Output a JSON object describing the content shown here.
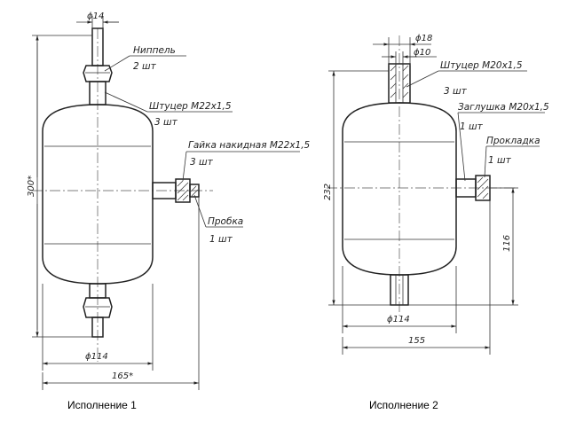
{
  "variant1": {
    "caption": "Исполнение 1",
    "dims": {
      "top_dia": "ϕ14",
      "height": "300*",
      "body_dia": "ϕ114",
      "width": "165*"
    },
    "callouts": {
      "nipple": {
        "name": "Ниппель",
        "qty": "2 шт"
      },
      "fitting": {
        "name": "Штуцер М22х1,5",
        "qty": "3 шт"
      },
      "nut": {
        "name": "Гайка накидная М22х1,5",
        "qty": "3 шт"
      },
      "plug": {
        "name": "Пробка",
        "qty": "1 шт"
      }
    }
  },
  "variant2": {
    "caption": "Исполнение 2",
    "dims": {
      "dia18": "ϕ18",
      "dia10": "ϕ10",
      "height": "232",
      "body_dia": "ϕ114",
      "width": "155",
      "side_height": "116"
    },
    "callouts": {
      "fitting": {
        "name": "Штуцер М20х1,5",
        "qty": "3 шт"
      },
      "cap": {
        "name": "Заглушка М20х1,5",
        "qty": "1 шт"
      },
      "gasket": {
        "name": "Прокладка",
        "qty": "1 шт"
      }
    }
  }
}
